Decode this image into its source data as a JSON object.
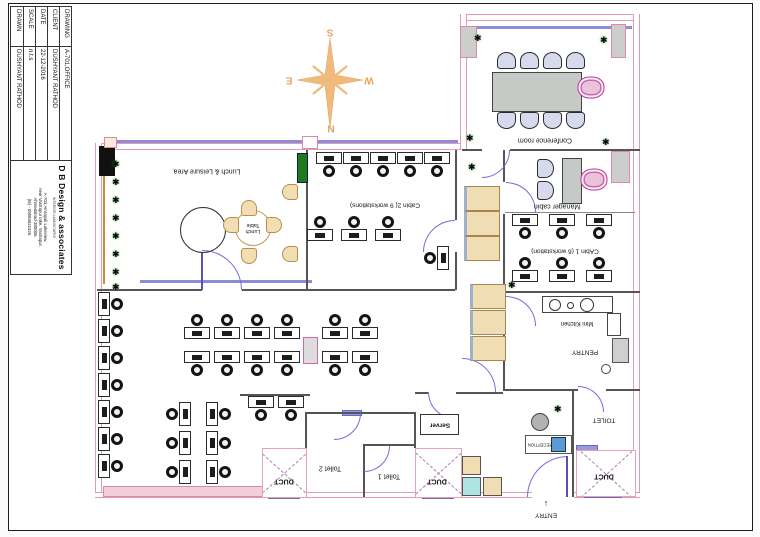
{
  "sheet": {
    "title_block": {
      "rows": [
        {
          "label": "DRAWING",
          "value": "A-701,OFFICE"
        },
        {
          "label": "CLIENT",
          "value": "DUSHYANT RATHOD"
        },
        {
          "label": "DATE",
          "value": "22-12-2016"
        },
        {
          "label": "SCALE",
          "value": "n.t.s"
        },
        {
          "label": "DRAWN",
          "value": "DUSHYANT RATHOD"
        }
      ],
      "firm": "D B Design & associates",
      "tagline": "INTERIOR LANDSCAPES",
      "address_lines": [
        "A-703,Amrapali Lakeview,",
        "near Vastrapur lake, Vastrapur,",
        "Ahmedabad-380006.",
        "(M) - 09586622426."
      ]
    },
    "compass": {
      "n": "N",
      "s": "S",
      "e": "E",
      "w": "W"
    },
    "labels": {
      "conference": "Conference room",
      "manager": "Manager cabin",
      "cabin1": "CAbin 1 (6 workstation)",
      "cabin2": "Cabin 2( 9 workstations)",
      "lunch": "Lunch & Leisure Area",
      "lunch_table_line1": "Lunch",
      "lunch_table_line2": "Table",
      "mini_kitchen": "Mini Kitchen",
      "pantry": "PENTRY",
      "server": "Server",
      "toilet1": "Toilet 1",
      "toilet2": "Toilet 2",
      "toilet": "TOILET",
      "duct": "DUCT",
      "reception": "RECEPTION",
      "entry": "ENTRY",
      "entry_arrow": "↑"
    },
    "colors": {
      "wall_pink": "#e39ab2",
      "window_purple": "#8c8cd8",
      "door_arc": "#7a6ad8",
      "furniture_tan": "#f0ddb4",
      "table_gray": "#c6cac6",
      "chair_gray": "#d7d9ec",
      "magenta_chair": "#c2359a",
      "compass_orange": "#efba7c",
      "green_column": "#1e7a1e",
      "cyan_box": "#aee4e4",
      "reception_chair_blue": "#5b9bd5"
    }
  }
}
